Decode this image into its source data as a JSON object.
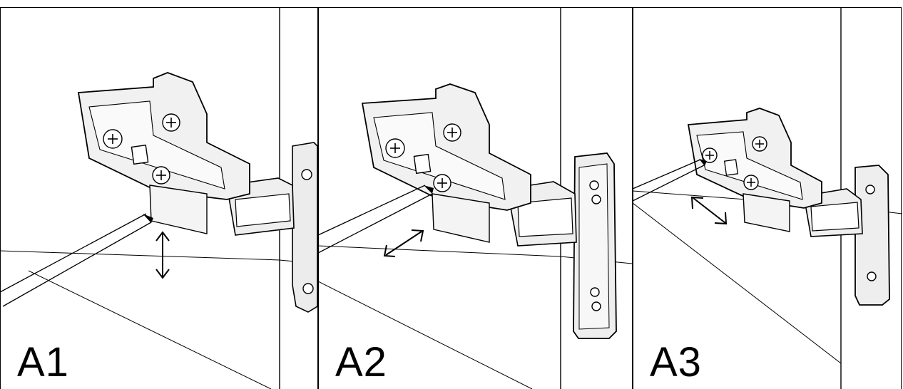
{
  "panels": [
    {
      "label": "A1",
      "adjustment": "vertical"
    },
    {
      "label": "A2",
      "adjustment": "depth"
    },
    {
      "label": "A3",
      "adjustment": "lateral"
    }
  ],
  "colors": {
    "line": "#000000",
    "background": "#ffffff",
    "metal": "#e8e8e8"
  }
}
